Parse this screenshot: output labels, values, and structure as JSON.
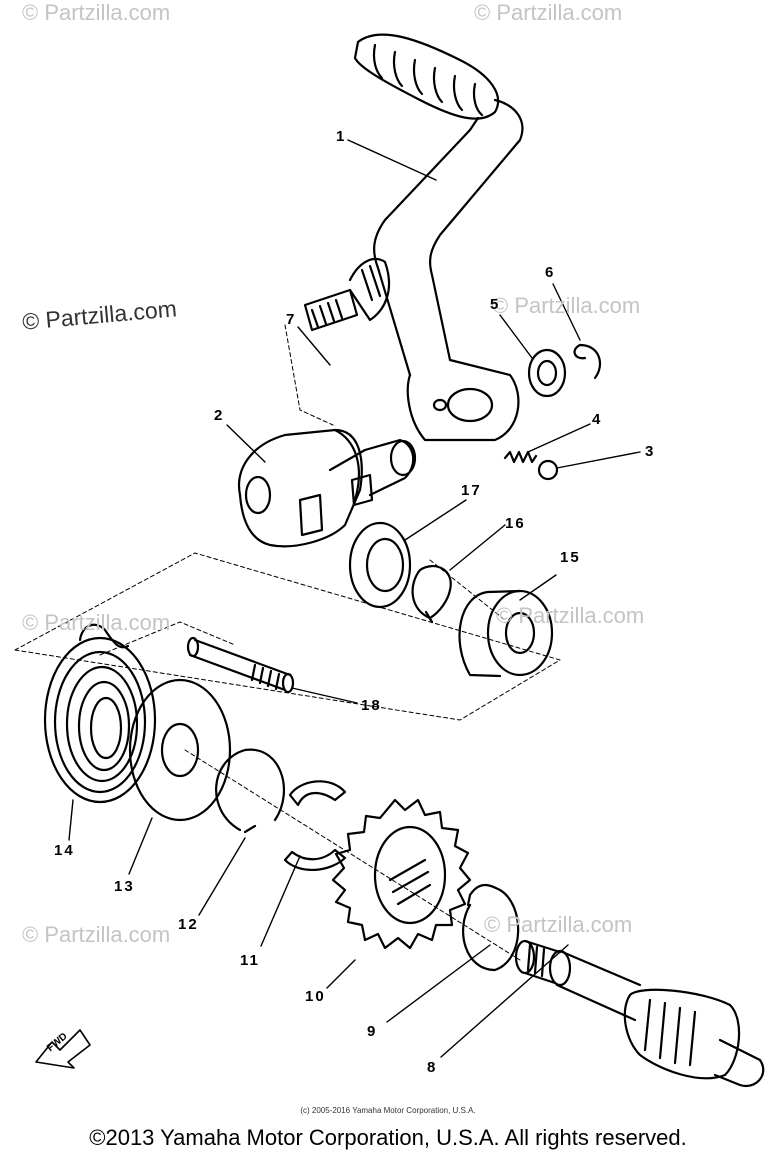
{
  "watermarks": [
    "© Partzilla.com",
    "© Partzilla.com",
    "© Partzilla.com",
    "© Partzilla.com",
    "© Partzilla.com",
    "© Partzilla.com",
    "© Partzilla.com",
    "© Partzilla.com"
  ],
  "callouts": [
    "1",
    "2",
    "3",
    "4",
    "5",
    "6",
    "7",
    "8",
    "9",
    "10",
    "11",
    "12",
    "13",
    "14",
    "15",
    "16",
    "17",
    "18"
  ],
  "direction_label": "FWD",
  "fine_print": "(c) 2005-2016 Yamaha Motor Corporation, U.S.A.",
  "copyright": "©2013 Yamaha Motor Corporation, U.S.A. All rights reserved."
}
